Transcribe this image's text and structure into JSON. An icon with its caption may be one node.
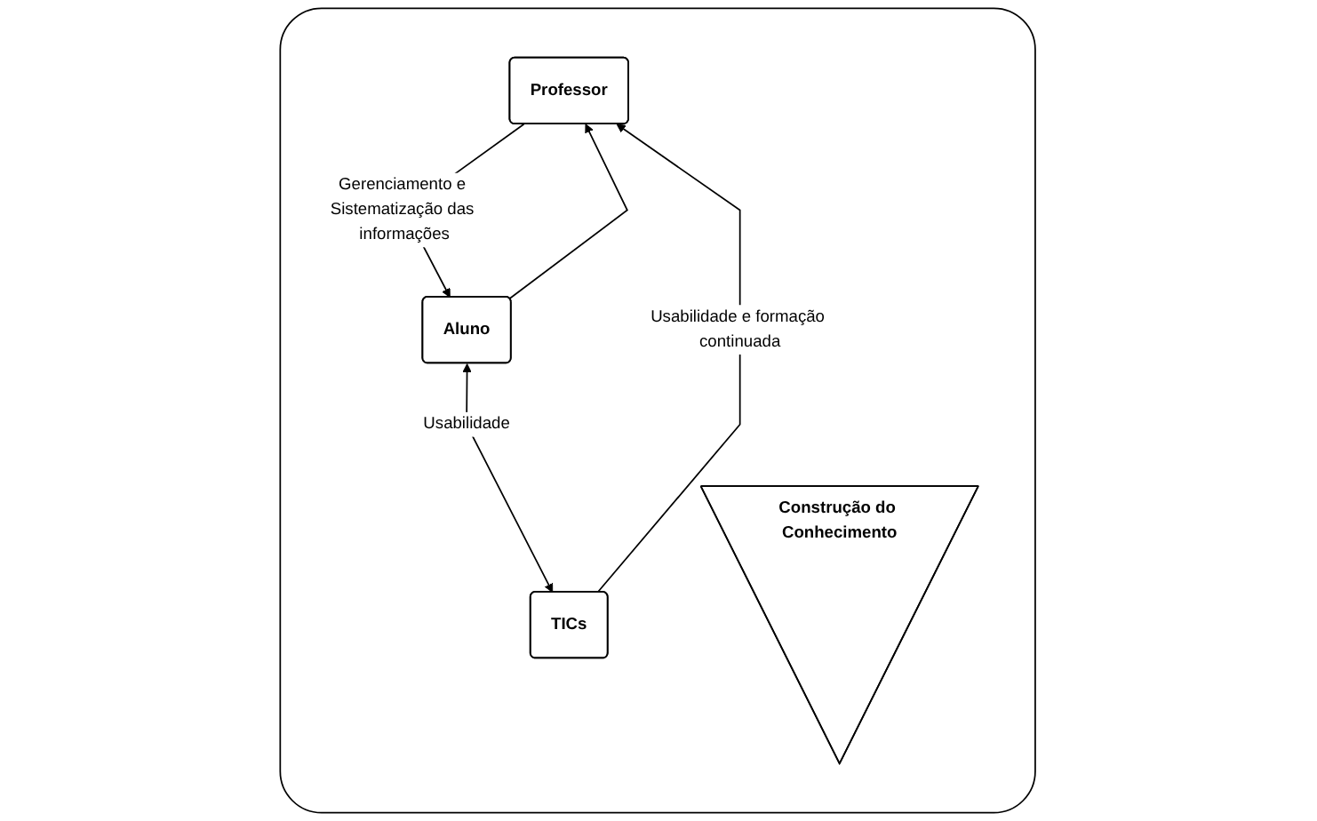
{
  "diagram": {
    "nodes": [
      {
        "text": [],
        "shape": "box"
      },
      {
        "text": [
          "Professor"
        ],
        "in": 0
      },
      {
        "text": [
          "TICs"
        ],
        "in": 0
      },
      {
        "text": [
          "Construção do Conhecimento"
        ],
        "in": 0
      },
      {
        "text": [
          "Aluno"
        ],
        "in": 0
      }
    ],
    "edges": [
      {
        "from": 2,
        "to": 1,
        "arrow": "to",
        "label": "Usabilidade e formação continuada"
      },
      {
        "from": 1,
        "to": 4,
        "arrow": "to",
        "label": "Gerenciamento e Sistematização das informações"
      },
      {
        "from": 4,
        "to": 1,
        "arrow": "to"
      },
      {
        "from": 4,
        "to": 2,
        "arrow": "both",
        "label": "Usabilidade"
      }
    ]
  }
}
